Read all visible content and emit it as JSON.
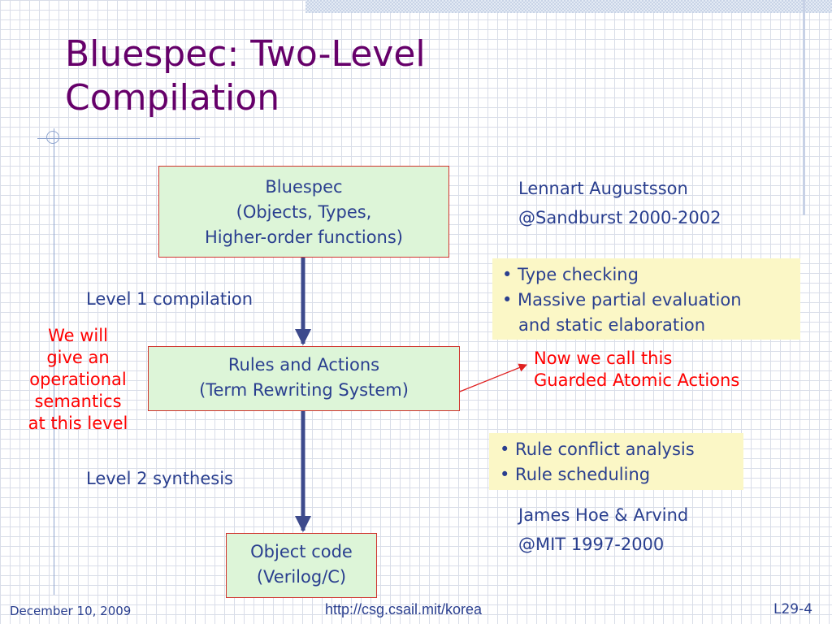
{
  "slide": {
    "title_lines": [
      "Bluespec: Two-Level",
      "Compilation"
    ]
  },
  "nodes": {
    "bluespec": [
      "Bluespec",
      "(Objects, Types,",
      "Higher-order functions)"
    ],
    "rules": [
      "Rules and Actions",
      "(Term Rewriting System)"
    ],
    "object_code": [
      "Object code",
      "(Verilog/C)"
    ]
  },
  "labels": {
    "level1": "Level 1 compilation",
    "level2": "Level 2 synthesis",
    "lennart": [
      "Lennart Augustsson",
      "@Sandburst 2000-2002"
    ],
    "james": [
      "James Hoe & Arvind",
      "@MIT 1997-2000"
    ]
  },
  "notes": {
    "semantics": [
      "We will",
      "give an",
      "operational",
      "semantics",
      "at this level"
    ],
    "guarded": [
      "Now we call this",
      "Guarded Atomic Actions"
    ]
  },
  "callouts": {
    "level1": [
      "• Type checking",
      "• Massive partial evaluation",
      "   and static elaboration"
    ],
    "level2": [
      "• Rule conflict analysis",
      "• Rule scheduling"
    ]
  },
  "footer": {
    "date": "December 10, 2009",
    "url": "http://csg.csail.mit/korea",
    "page": "L29-4"
  },
  "colors": {
    "title": "#66006a",
    "text": "#2a3f8f",
    "note": "#ff0000",
    "node_fill": "#ddf5d8",
    "node_border": "#d0352f",
    "callout_fill": "#fbf7c6",
    "arrow": "#3d4a8c"
  }
}
